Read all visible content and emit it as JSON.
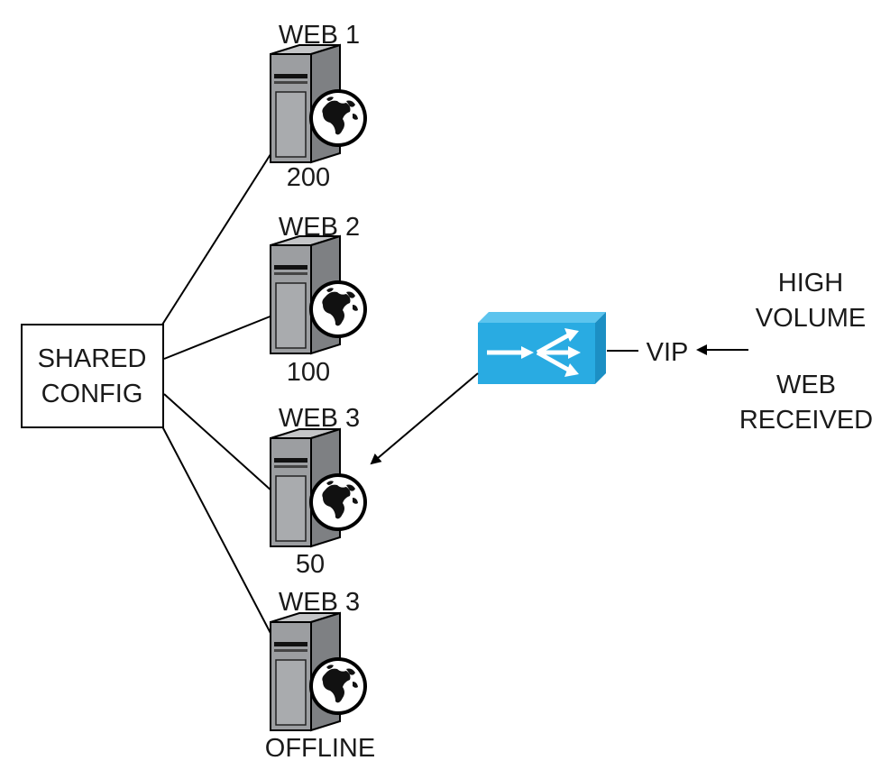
{
  "shared_config": {
    "line1": "SHARED",
    "line2": "CONFIG"
  },
  "servers": [
    {
      "name": "WEB 1",
      "value": "200"
    },
    {
      "name": "WEB 2",
      "value": "100"
    },
    {
      "name": "WEB 3",
      "value": "50"
    },
    {
      "name": "WEB 3",
      "value": "OFFLINE"
    }
  ],
  "vip": {
    "label": "VIP"
  },
  "traffic": {
    "line1": "HIGH",
    "line2": "VOLUME",
    "line3": "WEB",
    "line4": "RECEIVED"
  },
  "colors": {
    "switch_front": "#29ABE2",
    "switch_top": "#5CC4EE",
    "switch_side": "#1C8FC4",
    "server_front": "#9C9EA1",
    "server_side": "#7E8083",
    "server_top": "#C4C5C7"
  },
  "icons": {
    "server": "server-tower-icon",
    "globe": "globe-icon",
    "switch": "load-balancer-icon"
  }
}
